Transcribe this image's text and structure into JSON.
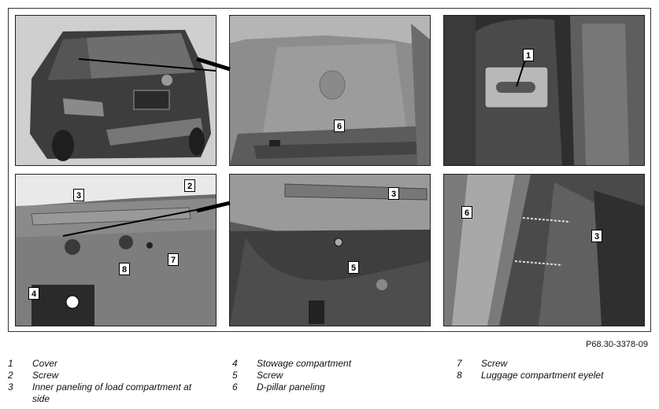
{
  "figure": {
    "reference": "P68.30-3378-09",
    "callouts": {
      "top_middle": [
        "6"
      ],
      "top_right": [
        "1"
      ],
      "bottom_left": [
        "3",
        "2",
        "4",
        "8",
        "7"
      ],
      "bottom_middle": [
        "3",
        "5"
      ],
      "bottom_right": [
        "6",
        "3"
      ]
    }
  },
  "legend": [
    {
      "num": "1",
      "label": "Cover"
    },
    {
      "num": "2",
      "label": "Screw"
    },
    {
      "num": "3",
      "label": "Inner paneling of load compartment at side"
    },
    {
      "num": "4",
      "label": "Stowage compartment"
    },
    {
      "num": "5",
      "label": "Screw"
    },
    {
      "num": "6",
      "label": "D-pillar paneling"
    },
    {
      "num": "7",
      "label": "Screw"
    },
    {
      "num": "8",
      "label": "Luggage compartment eyelet"
    }
  ]
}
